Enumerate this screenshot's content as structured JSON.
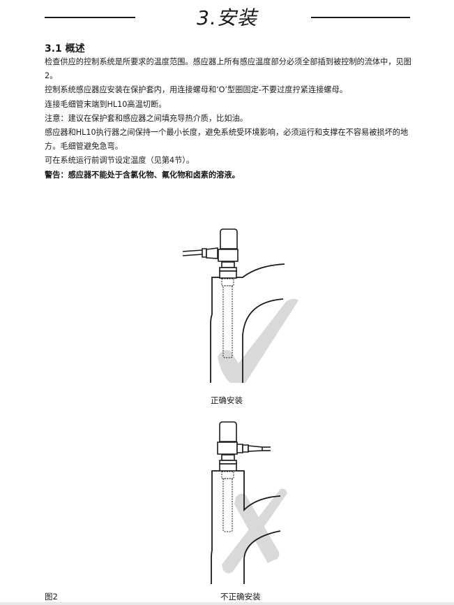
{
  "header": {
    "title": "3.安装"
  },
  "section": {
    "heading": "3.1 概述",
    "paragraphs": [
      "检查供应的控制系统是所要求的温度范围。感应器上所有感应温度部分必须全部插到被控制的流体中，见图2。",
      "控制系统感应器应安装在保护套内，用连接螺母和‘O’型圈固定-不要过度拧紧连接螺母。",
      "连接毛细管末端到HL10高温切断。",
      "注意：建议在保护套和感应器之间填充导热介质，比如油。",
      "感应器和HL10执行器之间保持一个最小长度，避免系统受环境影响，必须运行和支撑在不容易被损坏的地方。毛细管避免急弯。",
      "可在系统运行前调节设定温度（见第4节）。"
    ],
    "warning": "警告：感应器不能处于含氯化物、氟化物和卤素的溶液。"
  },
  "figures": {
    "correct": {
      "caption": "正确安装",
      "mark_icon": "checkmark-icon"
    },
    "incorrect": {
      "caption": "不正确安装",
      "mark_icon": "cross-icon"
    },
    "figure_label": "图2"
  },
  "colors": {
    "text": "#1a1a1a",
    "mark_gray": "#d9d9d9",
    "line": "#1a1a1a"
  }
}
